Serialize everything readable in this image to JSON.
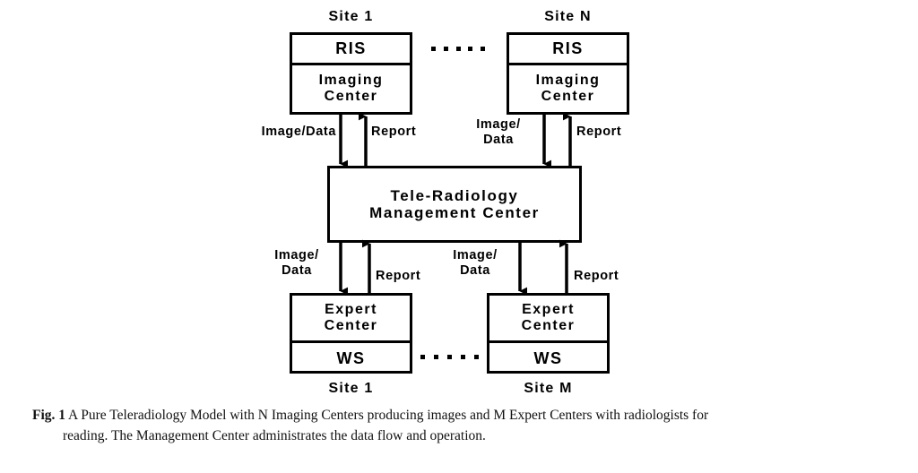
{
  "figure": {
    "caption_number": "Fig. 1",
    "caption_text": " A Pure Teleradiology Model with N Imaging Centers producing images and M Expert Centers with radiologists for",
    "caption_text_line2": "reading. The Management Center administrates the data flow and operation.",
    "line_color": "#000000",
    "background": "#ffffff"
  },
  "diagram": {
    "type": "block-flow-diagram",
    "top_sites": [
      {
        "site_label": "Site 1",
        "rows": [
          "RIS",
          "Imaging\nCenter"
        ],
        "down_label": "Image/Data",
        "up_label": "Report"
      },
      {
        "site_label": "Site N",
        "rows": [
          "RIS",
          "Imaging\nCenter"
        ],
        "down_label": "Image/\nData",
        "up_label": "Report"
      }
    ],
    "center": {
      "line1": "Tele-Radiology",
      "line2": "Management Center"
    },
    "bottom_sites": [
      {
        "site_label": "Site 1",
        "rows": [
          "Expert\nCenter",
          "WS"
        ],
        "down_label": "Image/\nData",
        "up_label": "Report"
      },
      {
        "site_label": "Site M",
        "rows": [
          "Expert\nCenter",
          "WS"
        ],
        "down_label": "Image/\nData",
        "up_label": "Report"
      }
    ],
    "ellipsis_top": "• • • • •",
    "ellipsis_bottom": "• • • • •"
  }
}
